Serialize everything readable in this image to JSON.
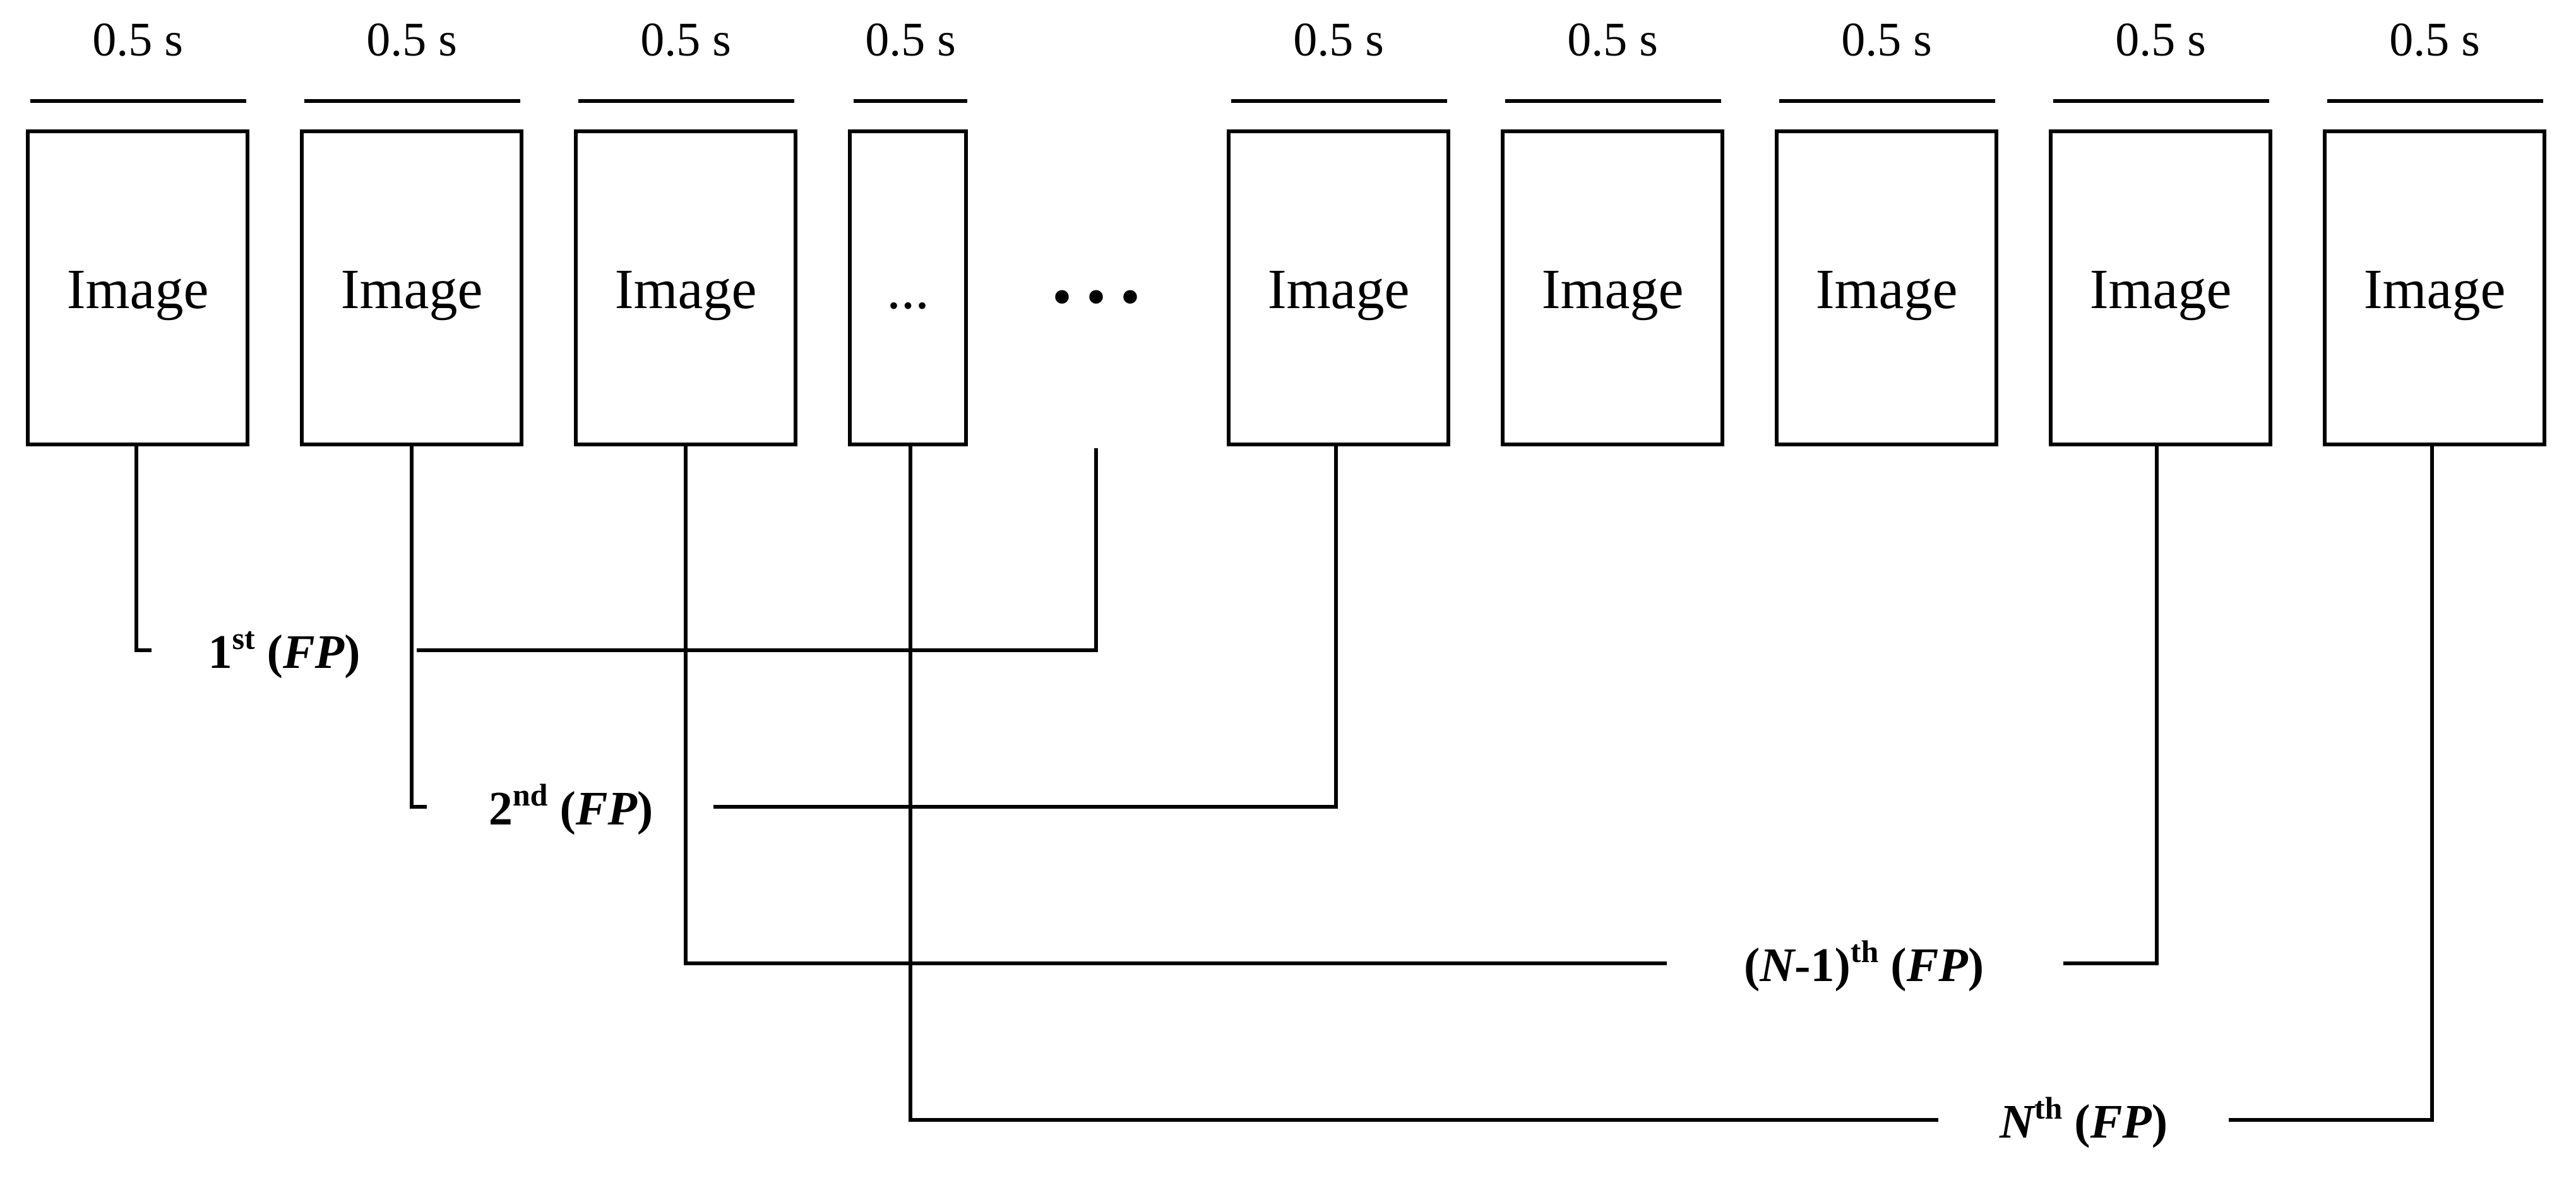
{
  "duration_label": "0.5 s",
  "frames": [
    {
      "label": "Image"
    },
    {
      "label": "Image"
    },
    {
      "label": "Image"
    },
    {
      "label": "..."
    },
    {
      "label": "Image"
    },
    {
      "label": "Image"
    },
    {
      "label": "Image"
    },
    {
      "label": "Image"
    },
    {
      "label": "Image"
    }
  ],
  "gap_ellipsis": "• • •",
  "pairings": [
    {
      "prefix": "1",
      "sup": "st",
      "fp": "FP",
      "italic_prefix": false
    },
    {
      "prefix": "2",
      "sup": "nd",
      "fp": "FP",
      "italic_prefix": false
    },
    {
      "prefix": "(N-1)",
      "sup": "th",
      "fp": "FP",
      "italic_prefix": false
    },
    {
      "prefix": "N",
      "sup": "th",
      "fp": "FP",
      "italic_prefix": true
    }
  ]
}
